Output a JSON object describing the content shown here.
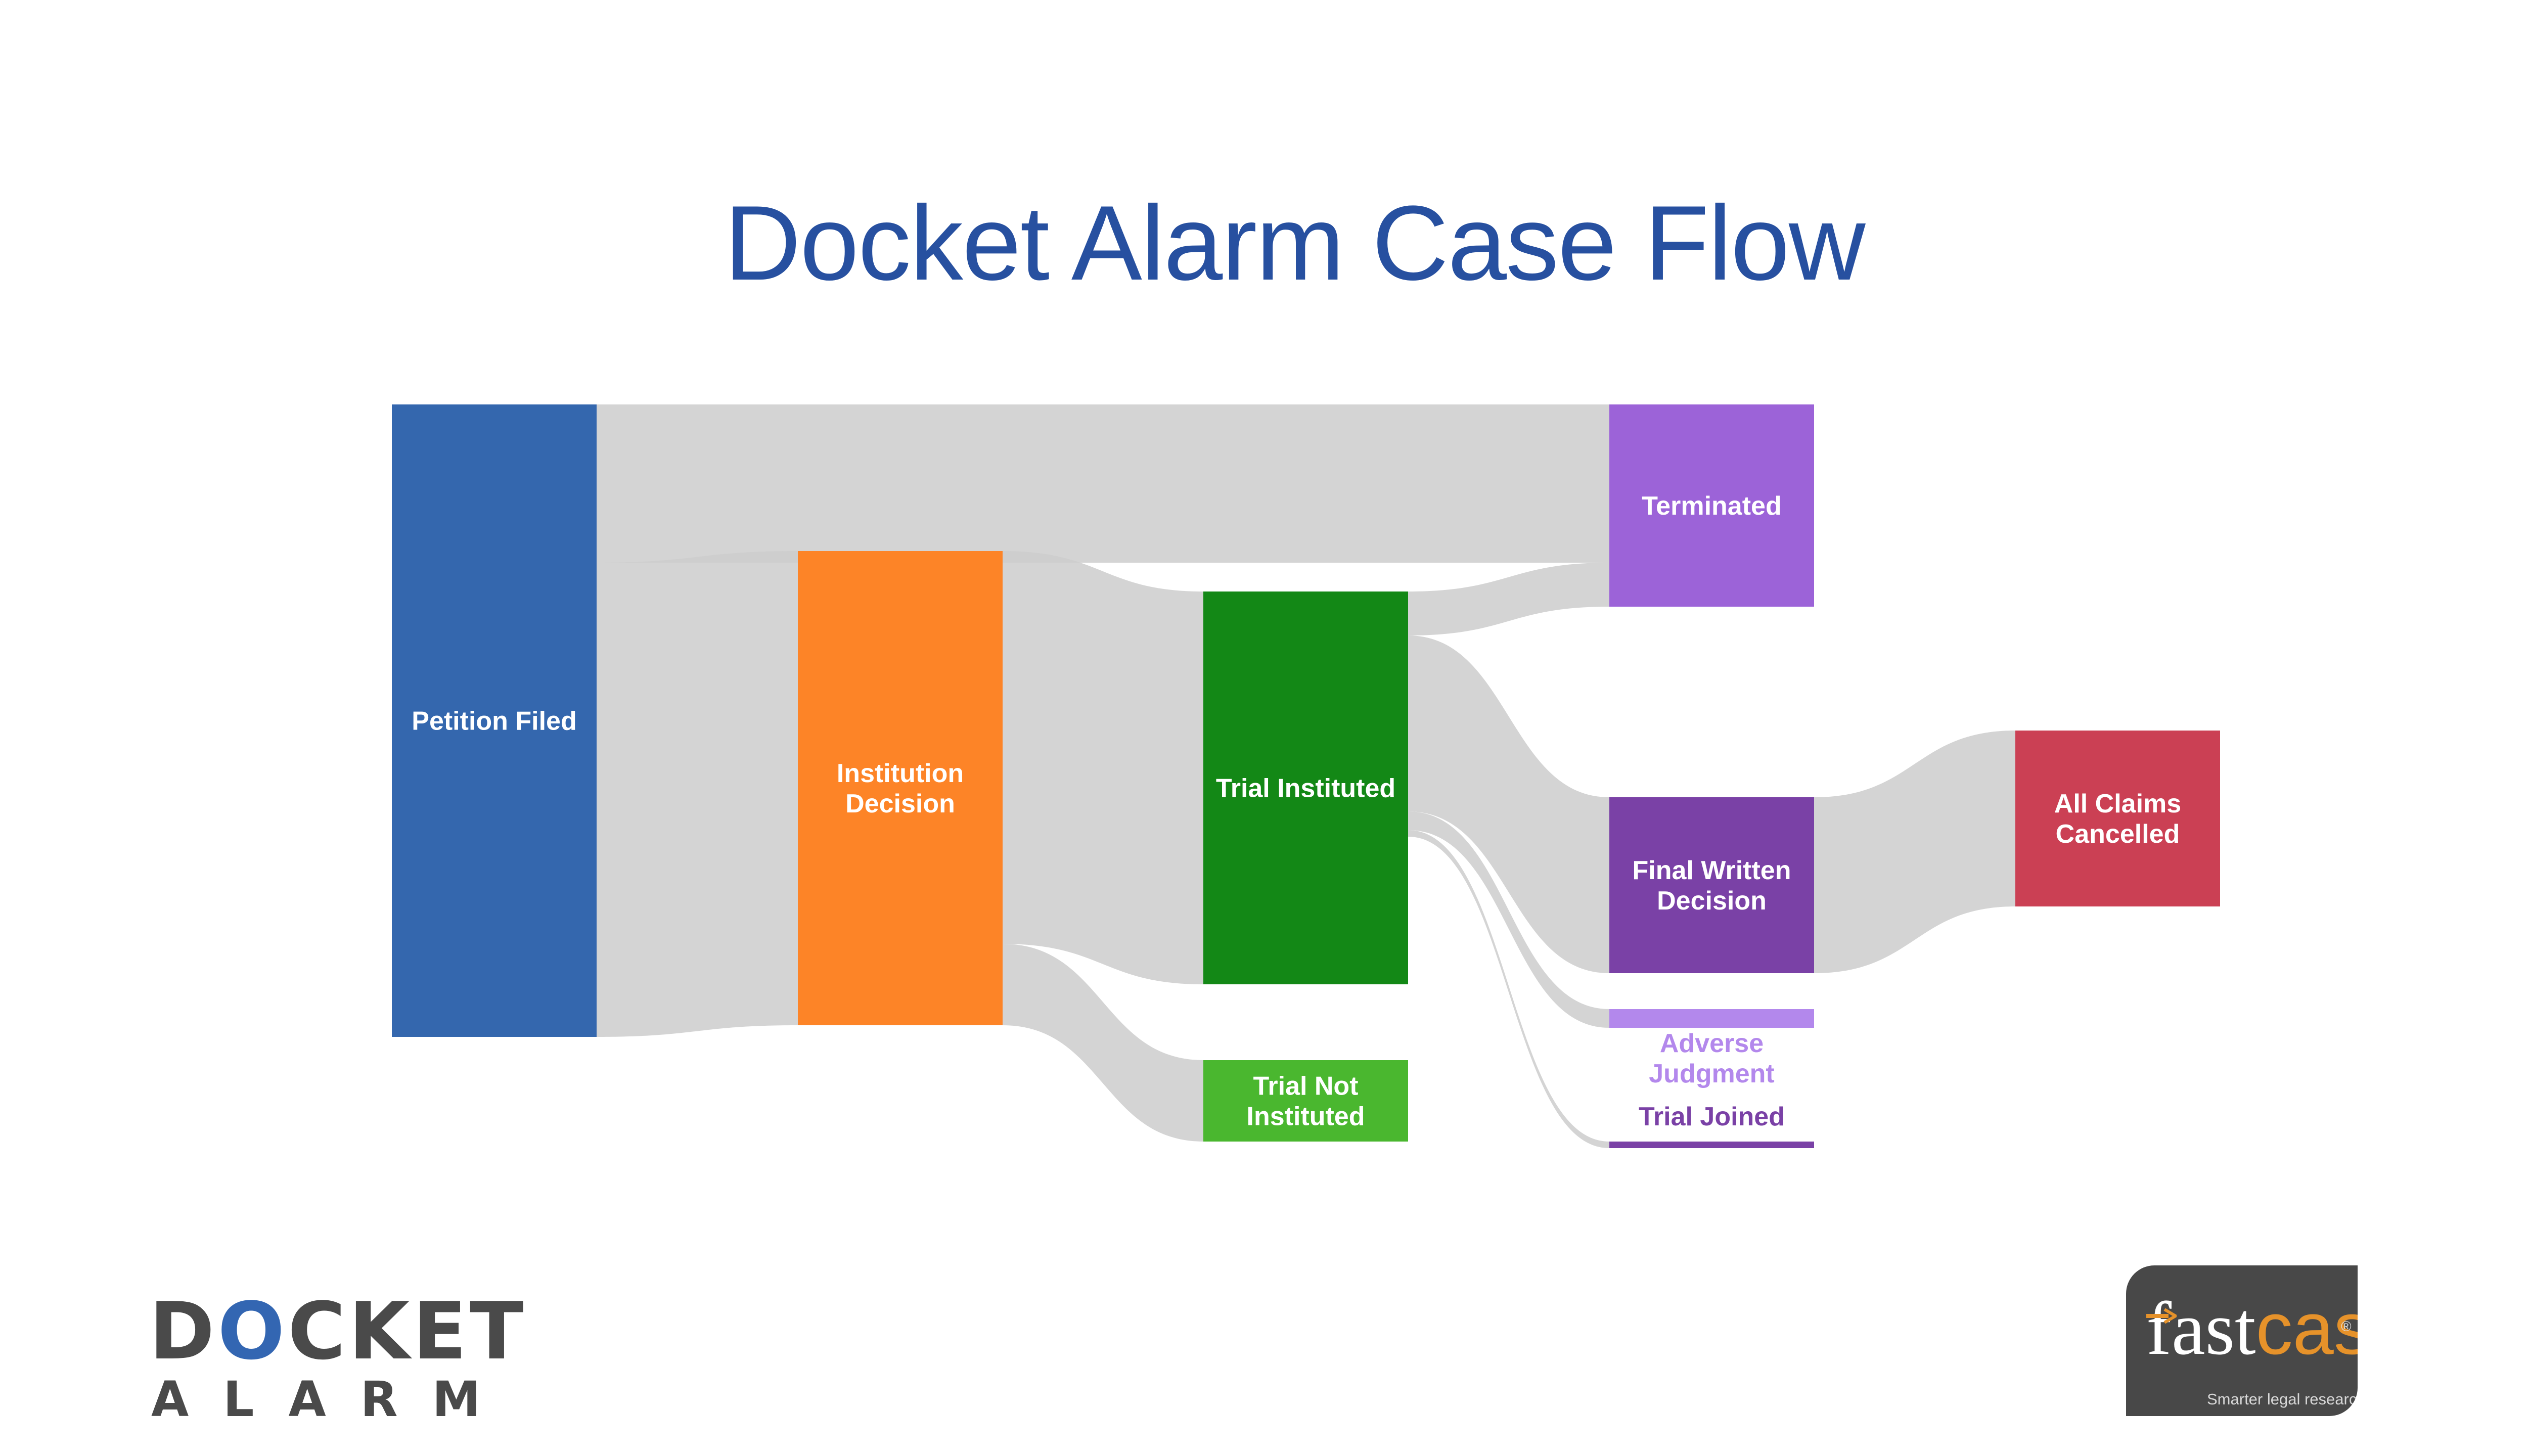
{
  "title": "Docket Alarm Case Flow",
  "chart_data": {
    "type": "sankey",
    "title": "Docket Alarm Case Flow",
    "link_color": "#cccccc",
    "link_overlap_color": "#a6a6a6",
    "nodes": [
      {
        "id": "petition_filed",
        "label": [
          "Petition Filed"
        ],
        "column": 0,
        "color": "#3467ae",
        "label_color": "#ffffff",
        "label_position": "inside"
      },
      {
        "id": "institution_decision",
        "label": [
          "Institution",
          "Decision"
        ],
        "column": 1,
        "color": "#fd8427",
        "label_color": "#ffffff",
        "label_position": "inside"
      },
      {
        "id": "trial_instituted",
        "label": [
          "Trial Instituted"
        ],
        "column": 2,
        "color": "#138816",
        "label_color": "#ffffff",
        "label_position": "inside"
      },
      {
        "id": "trial_not_instituted",
        "label": [
          "Trial Not",
          "Instituted"
        ],
        "column": 2,
        "color": "#4ab72f",
        "label_color": "#ffffff",
        "label_position": "inside"
      },
      {
        "id": "terminated",
        "label": [
          "Terminated"
        ],
        "column": 3,
        "color": "#9c63d8",
        "label_color": "#ffffff",
        "label_position": "inside"
      },
      {
        "id": "final_written_decision",
        "label": [
          "Final Written",
          "Decision"
        ],
        "column": 3,
        "color": "#7a41a6",
        "label_color": "#ffffff",
        "label_position": "inside"
      },
      {
        "id": "adverse_judgment",
        "label": [
          "Adverse",
          "Judgment"
        ],
        "column": 3,
        "color": "#b388ec",
        "label_color": "#b388ec",
        "label_position": "below"
      },
      {
        "id": "trial_joined",
        "label": [
          "Trial Joined"
        ],
        "column": 3,
        "color": "#7a41a6",
        "label_color": "#7a41a6",
        "label_position": "above"
      },
      {
        "id": "all_claims_cancelled",
        "label": [
          "All Claims",
          "Cancelled"
        ],
        "column": 4,
        "color": "#cb4054",
        "label_color": "#ffffff",
        "label_position": "inside"
      }
    ],
    "links": [
      {
        "source": "petition_filed",
        "target": "terminated",
        "value": 313
      },
      {
        "source": "petition_filed",
        "target": "institution_decision",
        "value": 938
      },
      {
        "source": "institution_decision",
        "target": "trial_instituted",
        "value": 777
      },
      {
        "source": "institution_decision",
        "target": "trial_not_instituted",
        "value": 161
      },
      {
        "source": "trial_instituted",
        "target": "terminated",
        "value": 87
      },
      {
        "source": "trial_instituted",
        "target": "final_written_decision",
        "value": 348
      },
      {
        "source": "trial_instituted",
        "target": "adverse_judgment",
        "value": 37
      },
      {
        "source": "trial_instituted",
        "target": "trial_joined",
        "value": 13
      },
      {
        "source": "final_written_decision",
        "target": "all_claims_cancelled",
        "value": 348
      }
    ]
  },
  "logos": {
    "docket_alarm": {
      "line1": [
        "D",
        "O",
        "CKET"
      ],
      "line2": "ALARM"
    },
    "fastcase": {
      "word_part1": "fast",
      "word_part2": "case",
      "registered": "®",
      "tagline": "Smarter legal research."
    }
  }
}
